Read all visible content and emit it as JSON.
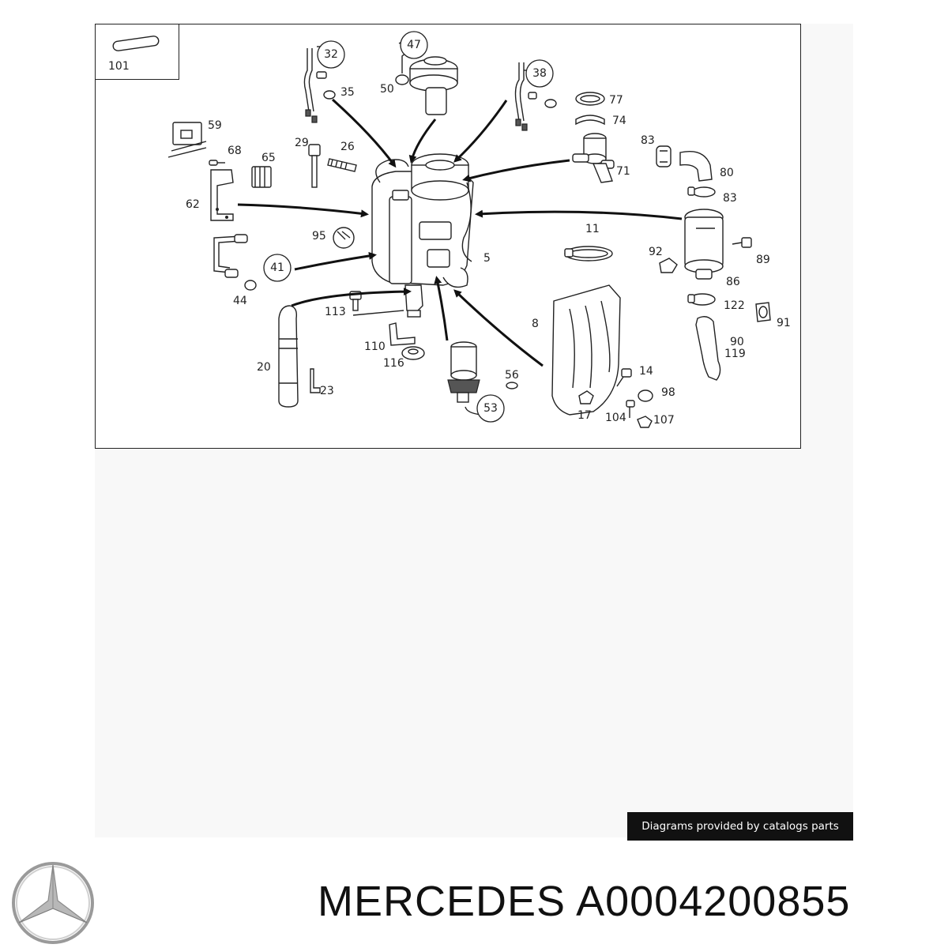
{
  "diagram": {
    "inset_part": "101",
    "callouts": [
      "32",
      "47",
      "38",
      "41",
      "53"
    ],
    "labels": [
      "35",
      "50",
      "77",
      "74",
      "59",
      "68",
      "65",
      "29",
      "26",
      "83",
      "80",
      "71",
      "83",
      "62",
      "95",
      "11",
      "5",
      "92",
      "89",
      "86",
      "44",
      "113",
      "8",
      "122",
      "91",
      "110",
      "90",
      "119",
      "116",
      "20",
      "23",
      "56",
      "14",
      "98",
      "17",
      "104",
      "107"
    ]
  },
  "credit": "Diagrams provided by catalogs parts",
  "product": {
    "brand": "MERCEDES",
    "part_number": "A0004200855"
  },
  "colors": {
    "line": "#222222",
    "badge_bg": "#111111",
    "badge_text": "#ffffff",
    "canvas_bg": "#f8f8f8"
  }
}
